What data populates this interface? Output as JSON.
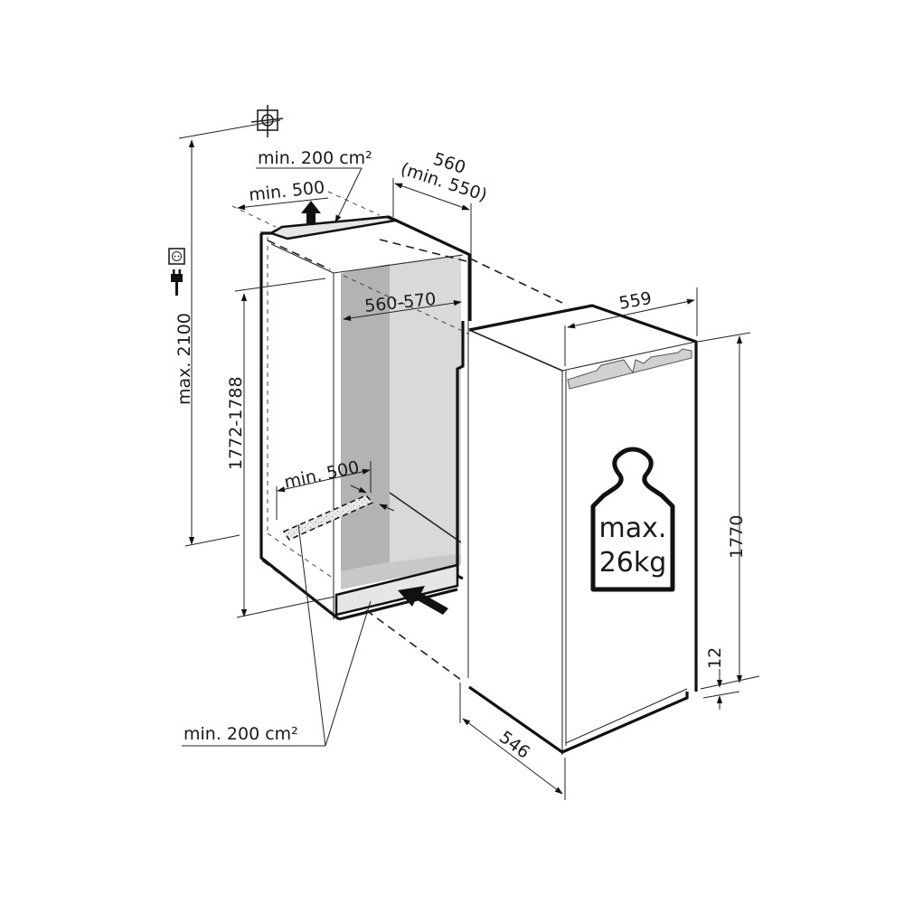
{
  "diagram": {
    "title": "Built-in appliance installation dimensions",
    "colors": {
      "line": "#111111",
      "niche_back": "#d9d9d9",
      "niche_side": "#b3b3b3",
      "grill": "#e6e6e6",
      "background": "#ffffff"
    },
    "icons": {
      "ceiling_marker": "crosshair-target-icon",
      "socket": "power-socket-icon",
      "plug": "power-plug-icon",
      "weight": "weight-icon"
    },
    "labels": {
      "top_vent_area": "min. 200 cm²",
      "top_vent_depth": "min. 500",
      "niche_depth": "560",
      "niche_depth_min": "(min. 550)",
      "max_height": "max. 2100",
      "niche_height": "1772-1788",
      "niche_width": "560-570",
      "bottom_vent_depth": "min. 500",
      "bottom_vent_area": "min. 200 cm²",
      "appliance_width": "559",
      "appliance_height": "1770",
      "appliance_depth": "546",
      "plinth_gap": "12",
      "door_weight_line1": "max.",
      "door_weight_line2": "26kg"
    }
  }
}
